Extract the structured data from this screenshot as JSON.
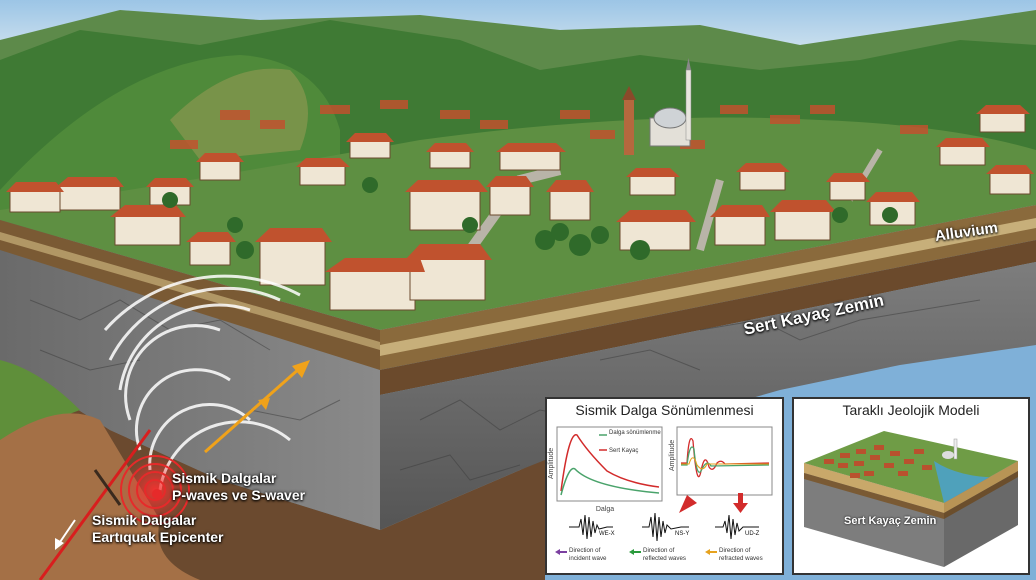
{
  "labels": {
    "alluvium": "Alluvium",
    "hard_rock": "Sert Kayaç Zemin",
    "waves_line1": "Sismik Dalgalar",
    "waves_line2": "P-waves ve S-waver",
    "epicenter_line1": "Sismik Dalgalar",
    "epicenter_line2": "Eartıquak Epicenter"
  },
  "attenuation_panel": {
    "title": "Sismik Dalga Sönümlenmesi",
    "legend_1": "Dalga sönümlenme",
    "legend_2": "Sert Kayaç",
    "ylabel_left": "Amplitude",
    "xlabel_left": "Dalga",
    "ylabel_right": "Amplitude",
    "trace_1": "WE-X",
    "trace_2": "NS-Y",
    "trace_3": "UD-Z",
    "key_1": "Direction of incident wave",
    "key_2": "Direction of reflected waves",
    "key_3": "Direction of refracted waves",
    "colors": {
      "incident": "#7b3fa0",
      "reflected": "#2a9a3c",
      "refracted": "#e6a21e",
      "red": "#d22b2b",
      "green": "#4aa36b"
    }
  },
  "model_panel": {
    "title": "Taraklı Jeolojik Modeli",
    "ground_label": "Sert Kayaç Zemin"
  }
}
